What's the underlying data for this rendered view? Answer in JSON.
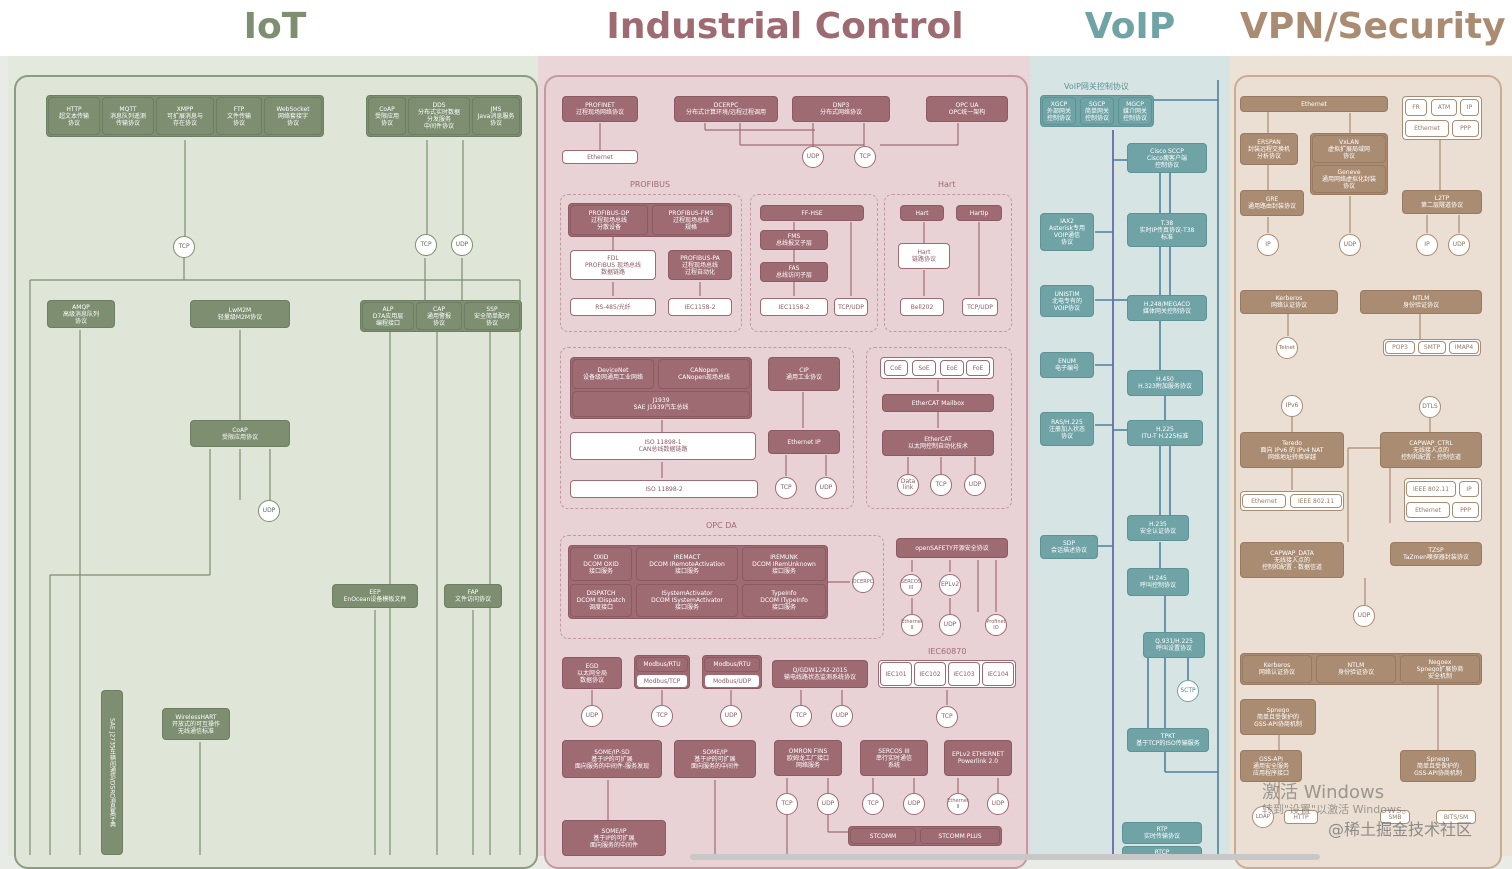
{
  "titles": {
    "iot": "IoT",
    "ic": "Industrial Control",
    "voip": "VoIP",
    "vpn": "VPN/Security"
  },
  "colors": {
    "iot": "#7d8e71",
    "ic": "#9e6b73",
    "voip": "#6fa3a6",
    "vpn": "#aa8c72"
  },
  "iot": {
    "http": "HTTP\n超文本传输\n协议",
    "mqtt": "MQTT\n消息队列遥测\n传输协议",
    "xmpp": "XMPP\n可扩展消息与\n存在协议",
    "ftp": "FTP\n文件传输\n协议",
    "websocket": "WebSocket\n网络套接字\n协议",
    "coap1": "CoAP\n受限应用\n协议",
    "dds": "DDS\n分布式实时数据\n分发服务\n中间件协议",
    "jms": "JMS\nJava消息服务\n协议",
    "amqp": "AMQP\n高级消息队列\n协议",
    "lwm2m": "LwM2M\n轻量级M2M协议",
    "alp": "ALP\nD7A应用层\n编程接口",
    "cap": "CAP\n通用警报\n协议",
    "ssp": "SSP\n安全简单配对\n协议",
    "coap2": "CoAP\n受限应用协议",
    "eep": "EEP\nEnOcean设备模板文件",
    "fap": "FAP\n文件访问协议",
    "wirelesshart": "WirelessHART\n开放式的可互操作\n无线通信标准",
    "sae": "SAE J2735车辆间通信/DSRC消息集字典",
    "tcp1": "TCP",
    "tcp2": "TCP",
    "udp1": "UDP",
    "udp2": "UDP"
  },
  "ic": {
    "profinet": "PROFINET\n过程现场网络协议",
    "dcerpc": "DCERPC\n分布式计算环境/远程过程调用",
    "dnp3": "DNP3\n分布式网络协议",
    "opcua": "OPC UA\nOPC统一架构",
    "ethernet": "Ethernet",
    "udp": "UDP",
    "tcp": "TCP",
    "profibus_label": "PROFIBUS",
    "hart_label": "Hart",
    "profibus_dp": "PROFIBUS-DP\n过程现场总线\n分散设备",
    "profibus_fms": "PROFIBUS-FMS\n过程现场总线\n规格",
    "fdl": "FDL\nPROFIBUS 现场总线\n数据链路",
    "profibus_pa": "PROFIBUS-PA\n过程现场总线\n过程自动化",
    "rs485": "RS-485/光纤",
    "iec1158": "IEC1158-2",
    "ffhse": "FF-HSE",
    "fms": "FMS\n总线报文子层",
    "fas": "FAS\n总线访问子层",
    "iec1158b": "IEC1158-2",
    "tcpudp": "TCP/UDP",
    "hart": "Hart",
    "hartip": "HartIp",
    "hart_link": "Hart\n链路协议",
    "bell202": "Bell202",
    "tcpudp2": "TCP/UDP",
    "devicenet": "DeviceNet\n设备级网通用工业网络",
    "canopen": "CANopen\nCANopen现场总线",
    "j1939": "J1939\nSAE J1939汽车总线",
    "iso11898_1": "ISO 11898-1\nCAN总线数据链路",
    "iso11898_2": "ISO 11898-2",
    "cip": "CIP\n通用工业协议",
    "ethernetip": "Ethernet IP",
    "tcp_cip": "TCP",
    "udp_cip": "UDP",
    "coe": "CoE",
    "soe": "SoE",
    "eoe": "EoE",
    "foe": "FoE",
    "ethercat_mailbox": "EtherCAT  Mailbox",
    "ethercat": "EtherCAT\n以太网控制自动化技术",
    "datalink": "Data\nlink",
    "tcp_ec": "TCP",
    "udp_ec": "UDP",
    "opcda_label": "OPC  DA",
    "oxid": "OXID\nDCOM OXID\n接口服务",
    "iremote": "IREMACT\nDCOM IRemoteActivation\n接口服务",
    "iremunk": "IREMUNK\nDCOM IRemUnknown\n接口服务",
    "dispatch": "DISPATCH\nDCOM IDispatch\n调度接口",
    "isysact": "ISystemActivator\nDCOM ISystemActivator\n接口服务",
    "typeinfo": "TypeInfo\nDCOM ITypeInfo\n接口服务",
    "dcerpc2": "DCERPC",
    "opensafety": "openSAFETY开源安全协议",
    "sercos3": "SERCOS\nIII",
    "eplv2": "EPLv2",
    "ethernet2": "Ethernet\nII",
    "udp_os": "UDP",
    "profinet_io": "Profinet\nIO",
    "iec60870_label": "IEC60870",
    "ego": "EGD\n以太网全局\n数据协议",
    "modbus_rtu": "Modbus/RTU",
    "modbus_tcp": "Modbus/TCP",
    "modbus_rtu2": "Modbus/RTU",
    "modbus_udp": "Modbus/UDP",
    "qgdw": "Q/GDW1242-2015\n输电线路状态监测系统协议",
    "iec101": "IEC101",
    "iec102": "IEC102",
    "iec103": "IEC103",
    "iec104": "IEC104",
    "udp_a": "UDP",
    "tcp_a": "TCP",
    "udp_b": "UDP",
    "tcp_b": "TCP",
    "udp_c": "UDP",
    "tcp_c": "TCP",
    "someip_sd": "SOME/IP-SD\n基于IP的可扩展\n面向服务的中间件-服务发现",
    "someip": "SOME/IP\n基于IP的可扩展\n面向服务的中间件",
    "omron": "OMRON FINS\n欧姆龙工厂接口\n网络服务",
    "sercos3b": "SERCOS III\n串行实时通信\n系统",
    "eplv2_eth": "EPLv2 ETHERNET\nPowerlink 2.0",
    "tcp_d": "TCP",
    "udp_d": "UDP",
    "tcp_e": "TCP",
    "udp_e": "UDP",
    "ethernet_ii": "Ethernet\nII",
    "udp_f": "UDP",
    "someip2": "SOME/IP\n基于IP的可扩展\n面向服务的中间件",
    "stcomm": "STCOMM",
    "stcomm_plus": "STCOMM PLUS"
  },
  "voip": {
    "gateway_label": "VoIP网关控制协议",
    "xgcp": "XGCP\n外部网关\n控制协议",
    "sgcp": "SGCP\n简单网关\n控制协议",
    "mgcp": "MGCP\n媒介网关\n控制协议",
    "cisco_sccp": "Cisco SCCP\nCisco瘦客户端\n控制协议",
    "iax2": "IAX2\nAsterisk专用\nVOIP通信\n协议",
    "t38": "T.38\n实时IP传真协议-T38\n标准",
    "unistim": "UNISTIM\n北电专有的\nVOIP协议",
    "h248": "H.248/MEGACO\n媒体网关控制协议",
    "enum": "ENUM\n电子编号",
    "h450": "H.450\nH.323附加服务协议",
    "ras": "RAS/H.225\n注册加入状态\n协议",
    "h225": "H.225\nITU-T H.225标准",
    "sdp": "SDP\n会话描述协议",
    "h235": "H.235\n安全认证协议",
    "h245": "H.245\n呼叫控制协议",
    "q931": "Q.931/H.225\n呼叫设置协议",
    "sctp": "SCTP",
    "tpkt": "TPKT\n基于TCP的ISO传输服务",
    "rtp": "RTP\n实时传输协议",
    "rtcp": "RTCP"
  },
  "vpn": {
    "ethernet": "Ethernet",
    "fr": "FR",
    "atm": "ATM",
    "ip": "IP",
    "ethernet2": "Ethernet",
    "ppp": "PPP",
    "erspan": "ERSPAN\n封装远程交换机\n分析协议",
    "vxlan": "VxLAN\n虚拟扩展局域网\n协议",
    "geneve": "Geneve\n通用网络虚拟化封装\n协议",
    "gre": "GRE\n通用路由封装协议",
    "l2tp": "L2TP\n第二层隧道协议",
    "ip_c": "IP",
    "udp_c": "UDP",
    "ip_c2": "IP",
    "udp_c2": "UDP",
    "kerberos": "Kerberos\n网络认证协议",
    "ntlm": "NTLM\n身份验证协议",
    "telnet": "Telnet",
    "pop3": "POP3",
    "smtp": "SMTP",
    "imap4": "IMAP4",
    "ipv6": "IPv6",
    "dtls": "DTLS",
    "teredo": "Teredo\n面向 IPv6 的 IPv4 NAT\n网络地址转换穿越",
    "capwap_ctrl": "CAPWAP_CTRL\n无线接入点的\n控制和配置 - 控制信道",
    "ethernet3": "Ethernet",
    "ieee80211": "IEEE 802.11",
    "ieee80211b": "IEEE 802.11",
    "ip2": "IP",
    "ethernet4": "Ethernet",
    "ppp2": "PPP",
    "capwap_data": "CAPWAP_DATA\n无线接入点的\n控制和配置 - 数据信道",
    "tzsp": "TZSP\nTaZmen嗅探器封装协议",
    "udp3": "UDP",
    "kerberos2": "Kerberos\n网络认证协议",
    "ntlm2": "NTLM\n身份验证协议",
    "negoex": "Negoex\nSpnego扩展协商\n安全机制",
    "spnego": "Spnego\n简单且受保护的\nGSS-API协商机制",
    "gssapi": "GSS-API\n通用安全服务\n应用程序接口",
    "spnego2": "Spnego\n简单且受保护的\nGSS-API协商机制",
    "ldap": "LDAP",
    "http": "HTTP",
    "smb": "SMB",
    "bitssm": "BITS/SM"
  },
  "watermark": {
    "line1": "激活 Windows",
    "line2": "转到\"设置\"以激活 Windows。",
    "credit": "@稀土掘金技术社区"
  }
}
